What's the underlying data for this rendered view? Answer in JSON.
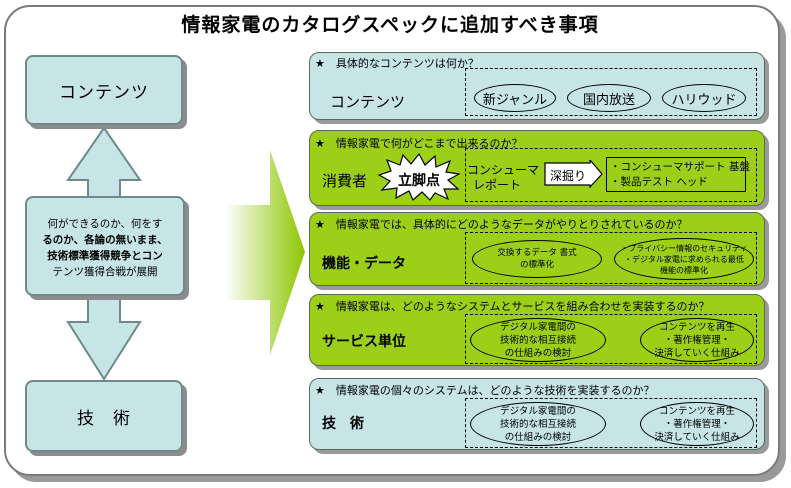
{
  "title": "情報家電のカタログスペックに追加すべき事項",
  "left": {
    "top_box": "コンテンツ",
    "description": {
      "line1": "何ができるのか、何をす",
      "line2": "るのか、各論の無いまま、",
      "line3": "技術標準獲得競争とコン",
      "line4": "テンツ獲得合戦が展開"
    },
    "bottom_box": "技　術"
  },
  "panels": {
    "content": {
      "question": "★　具体的なコンテンツは何か？",
      "category": "コンテンツ",
      "items": [
        "新ジャンル",
        "国内放送",
        "ハリウッド"
      ]
    },
    "consumer": {
      "question": "★　情報家電で何がどこまで出来るのか？",
      "category": "消費者",
      "burst": "立脚点",
      "report_line1": "コンシューマ",
      "report_line2": "レポート",
      "deep_dive": "深掘り",
      "bullet1": "・コンシューマサポート 基盤",
      "bullet2": "・製品テスト ヘッド"
    },
    "function": {
      "question": "★　情報家電では、具体的にどのようなデータがやりとりされているのか？",
      "category": "機能・データ",
      "oval1_line1": "交換するデータ 書式",
      "oval1_line2": "の標準化",
      "oval2_line1": "・プライバシー情報のセキュリティ",
      "oval2_line2": "・デジタル家電に求められる最低",
      "oval2_line3": "機能の標準化"
    },
    "service": {
      "question": "★　情報家電は、どのようなシステムとサービスを組み合わせを実装するのか？",
      "category": "サービス単位",
      "oval1_line1": "デジタル家電間の",
      "oval1_line2": "技術的な相互接続",
      "oval1_line3": "の仕組みの検討",
      "oval2_line1": "コンテンツを再生",
      "oval2_line2": "・著作権管理・",
      "oval2_line3": "決済していく仕組み"
    },
    "technology": {
      "question": "★　情報家電の個々のシステムは、どのような技術を実装するのか？",
      "category": "技　術",
      "oval1_line1": "デジタル家電間の",
      "oval1_line2": "技術的な相互接続",
      "oval1_line3": "の仕組みの検討",
      "oval2_line1": "コンテンツを再生",
      "oval2_line2": "・著作権管理・",
      "oval2_line3": "決済していく仕組み"
    }
  },
  "colors": {
    "blue_panel": "#c7e5e7",
    "green_panel": "#9ccf17",
    "big_arrow_from": "#ffffff",
    "big_arrow_to": "#8cc600"
  }
}
